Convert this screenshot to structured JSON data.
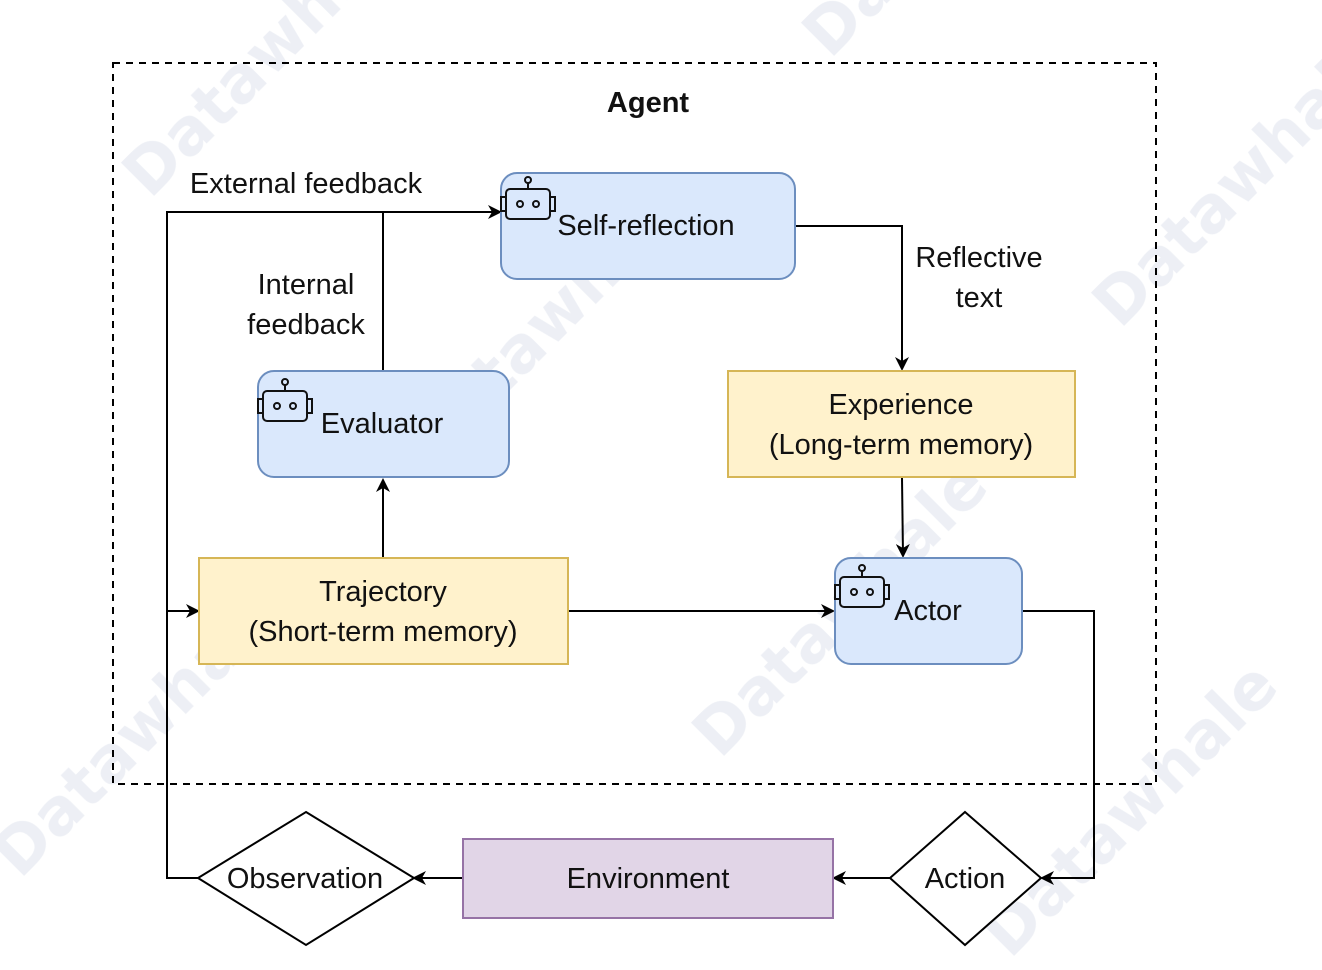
{
  "diagram": {
    "agent_title": "Agent",
    "nodes": {
      "self_reflection": {
        "label": "Self-reflection"
      },
      "evaluator": {
        "label": "Evaluator"
      },
      "experience": {
        "line1": "Experience",
        "line2": "(Long-term memory)"
      },
      "trajectory": {
        "line1": "Trajectory",
        "line2": "(Short-term memory)"
      },
      "actor": {
        "label": "Actor"
      },
      "environment": {
        "label": "Environment"
      },
      "observation": {
        "label": "Observation"
      },
      "action": {
        "label": "Action"
      }
    },
    "edge_labels": {
      "external_feedback": "External feedback",
      "internal_feedback_1": "Internal",
      "internal_feedback_2": "feedback",
      "reflective_text_1": "Reflective",
      "reflective_text_2": "text"
    },
    "watermark": "Datawhale",
    "colors": {
      "agent_box_fill": "#dae8fc",
      "agent_box_stroke": "#6c8ebf",
      "memory_box_fill": "#fff2cc",
      "memory_box_stroke": "#d6b656",
      "environment_fill": "#e1d5e7",
      "environment_stroke": "#9673a6",
      "line": "#000000"
    },
    "icons": {
      "self_reflection": "robot-icon",
      "evaluator": "robot-icon",
      "actor": "robot-icon"
    }
  }
}
